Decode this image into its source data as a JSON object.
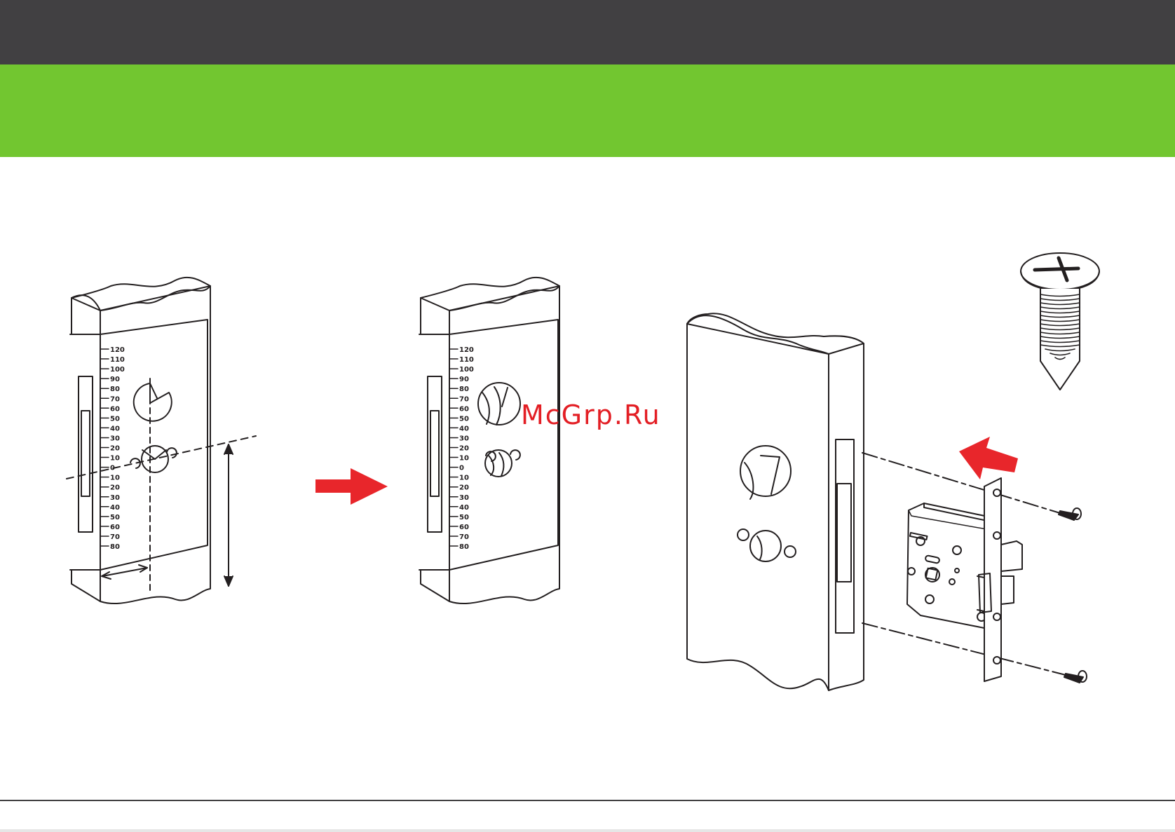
{
  "header": {
    "dark_bar_color": "#414042",
    "green_bar_color": "#72c630"
  },
  "watermark": {
    "text": "McGrp.Ru",
    "color": "#e31e24"
  },
  "template_scale": {
    "upper": [
      "120",
      "110",
      "100",
      "90",
      "80",
      "70",
      "60",
      "50",
      "40",
      "30",
      "20",
      "10"
    ],
    "zero": "0",
    "lower": [
      "10",
      "20",
      "30",
      "40",
      "50",
      "60",
      "70",
      "80"
    ]
  },
  "step_arrow_color": "#e8262b",
  "icons": [
    "arrow-right-icon",
    "arrow-left-icon",
    "screw-icon"
  ]
}
